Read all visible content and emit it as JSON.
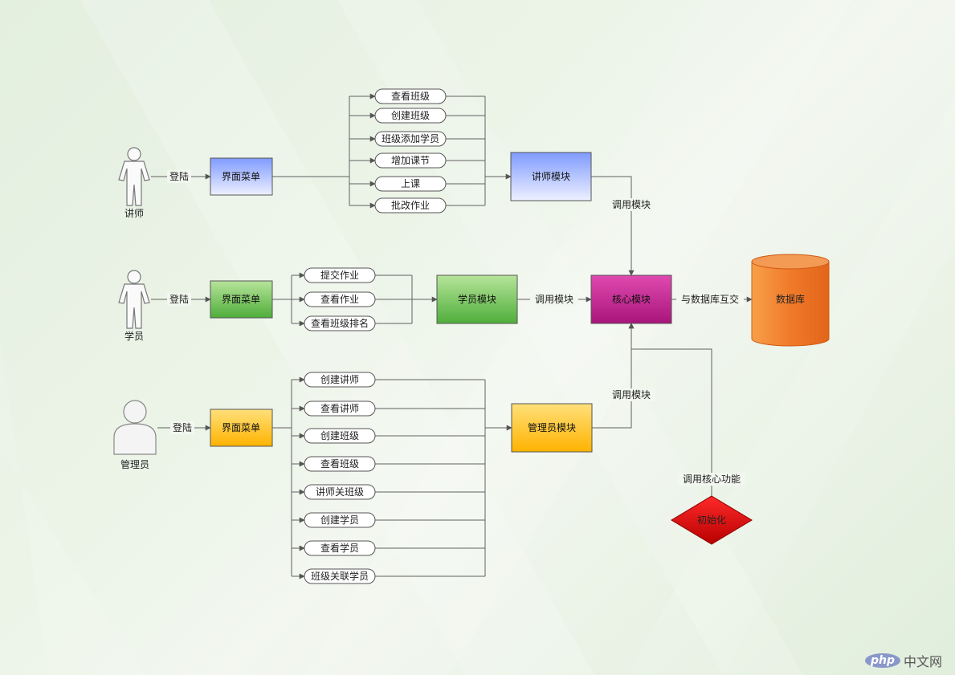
{
  "colors": {
    "teacher_box": "#9fb4ff",
    "student_box": "#7ccf5a",
    "admin_box": "#ffc21a",
    "core_box": "#c71d93",
    "database": "#f07a2a",
    "init_diamond": "#e01010"
  },
  "actors": {
    "teacher": {
      "label": "讲师",
      "icon": "person-outline-icon"
    },
    "student": {
      "label": "学员",
      "icon": "person-outline-icon"
    },
    "admin": {
      "label": "管理员",
      "icon": "user-silhouette-icon"
    }
  },
  "login_label": "登陆",
  "menus": {
    "teacher": "界面菜单",
    "student": "界面菜单",
    "admin": "界面菜单"
  },
  "teacher_functions": [
    "查看班级",
    "创建班级",
    "班级添加学员",
    "增加课节",
    "上课",
    "批改作业"
  ],
  "student_functions": [
    "提交作业",
    "查看作业",
    "查看班级排名"
  ],
  "admin_functions": [
    "创建讲师",
    "查看讲师",
    "创建班级",
    "查看班级",
    "讲师关班级",
    "创建学员",
    "查看学员",
    "班级关联学员"
  ],
  "modules": {
    "teacher": "讲师模块",
    "student": "学员模块",
    "admin": "管理员模块",
    "core": "核心模块"
  },
  "edge_labels": {
    "call_module_teacher": "调用模块",
    "call_module_student": "调用模块",
    "call_module_admin": "调用模块",
    "db_interact": "与数据库互交",
    "call_core": "调用核心功能"
  },
  "database": "数据库",
  "init": "初始化",
  "watermark": {
    "badge": "php",
    "text": "中文网"
  }
}
